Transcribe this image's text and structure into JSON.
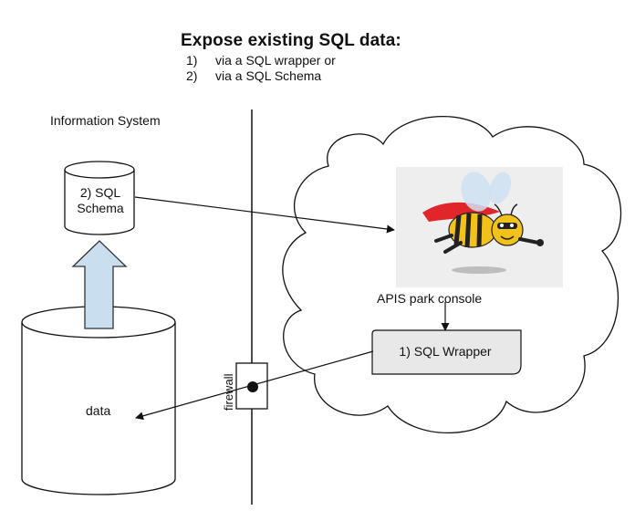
{
  "title": "Expose existing SQL data:",
  "options": [
    {
      "num": "1)",
      "text": "via a SQL wrapper  or"
    },
    {
      "num": "2)",
      "text": "via a SQL Schema"
    }
  ],
  "labels": {
    "information_system": "Information System",
    "schema_line1": "2) SQL",
    "schema_line2": "Schema",
    "data": "data",
    "apis_console": "APIS park console",
    "sql_wrapper": "1) SQL Wrapper",
    "firewall": "firewall"
  },
  "colors": {
    "arrow_fill": "#c9dff0",
    "arrow_stroke": "#333333",
    "wrapper_fill": "#e8e8e8",
    "line": "#111111"
  },
  "logo": {
    "icon": "bee-superhero-icon"
  }
}
